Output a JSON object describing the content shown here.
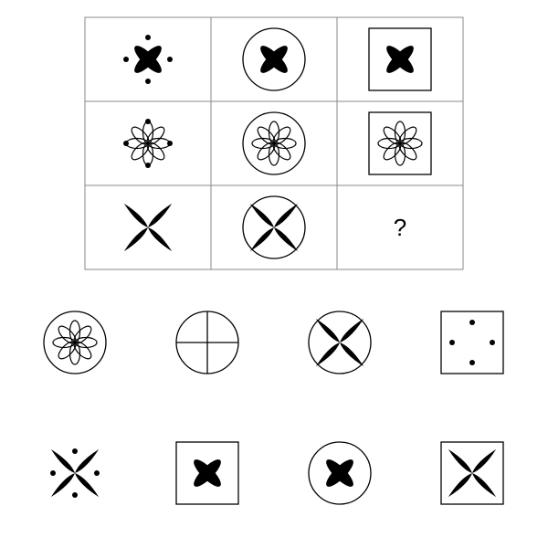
{
  "puzzle": {
    "grid": [
      [
        {
          "frame": "none",
          "motif": "fat-x",
          "dots": true
        },
        {
          "frame": "circle",
          "motif": "fat-x",
          "dots": false
        },
        {
          "frame": "square",
          "motif": "fat-x",
          "dots": false
        }
      ],
      [
        {
          "frame": "none",
          "motif": "flower",
          "dots": true
        },
        {
          "frame": "circle",
          "motif": "flower",
          "dots": false
        },
        {
          "frame": "square",
          "motif": "flower",
          "dots": false
        }
      ],
      [
        {
          "frame": "none",
          "motif": "thin-x",
          "dots": false
        },
        {
          "frame": "circle",
          "motif": "thin-x",
          "dots": false
        },
        {
          "frame": "missing",
          "motif": "none",
          "dots": false,
          "label": "?"
        }
      ]
    ],
    "options": [
      {
        "frame": "circle",
        "motif": "flower",
        "dots": false
      },
      {
        "frame": "circle",
        "motif": "cross",
        "dots": false
      },
      {
        "frame": "circle",
        "motif": "thin-x",
        "dots": false
      },
      {
        "frame": "square",
        "motif": "none",
        "dots": true
      },
      {
        "frame": "none",
        "motif": "thin-x",
        "dots": true
      },
      {
        "frame": "square",
        "motif": "fat-x",
        "dots": false
      },
      {
        "frame": "circle",
        "motif": "fat-x",
        "dots": false
      },
      {
        "frame": "square",
        "motif": "thin-x",
        "dots": false
      }
    ],
    "colors": {
      "ink": "#000000",
      "grid_line": "#888888",
      "background": "#ffffff"
    }
  }
}
